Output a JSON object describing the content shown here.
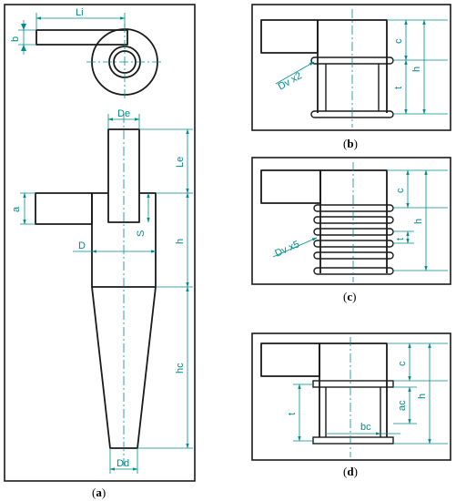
{
  "panels": {
    "a": {
      "caption": "a",
      "labels": {
        "Li": "Li",
        "b": "b",
        "De": "De",
        "Le": "Le",
        "a": "a",
        "S": "S",
        "D": "D",
        "h": "h",
        "hc": "hc",
        "Dd": "Dd"
      }
    },
    "b": {
      "caption": "b",
      "labels": {
        "c": "c",
        "h": "h",
        "t": "t",
        "Dv": "Dv x2"
      }
    },
    "c": {
      "caption": "c",
      "labels": {
        "c": "c",
        "h": "h",
        "t": "t",
        "Dv": "Dv x5"
      }
    },
    "d": {
      "caption": "d",
      "labels": {
        "c": "c",
        "h": "h",
        "t": "t",
        "ac": "ac",
        "bc": "bc"
      }
    }
  },
  "colors": {
    "dimension": "#008c8c",
    "outline": "#1a1a1a"
  }
}
